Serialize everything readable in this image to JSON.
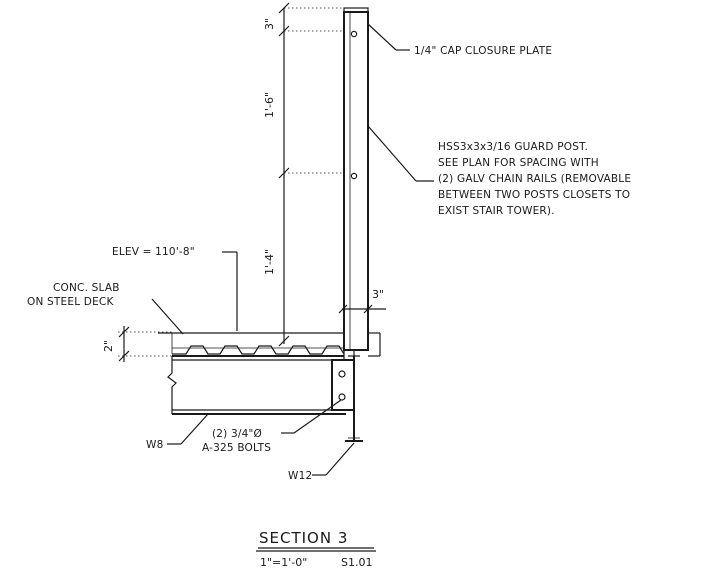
{
  "labels": {
    "cap_plate": "1/4\" CAP CLOSURE PLATE",
    "guard_post": [
      "HSS3x3x3/16 GUARD POST.",
      "SEE PLAN FOR SPACING WITH",
      "(2) GALV CHAIN RAILS (REMOVABLE",
      "BETWEEN TWO POSTS CLOSETS TO",
      "EXIST STAIR TOWER)."
    ],
    "elevation": "ELEV = 110'-8\"",
    "slab": [
      "CONC. SLAB",
      "ON STEEL DECK"
    ],
    "bolts": [
      "(2) 3/4\"Ø",
      "A-325 BOLTS"
    ],
    "beam_w8": "W8",
    "beam_w12": "W12"
  },
  "dimensions": {
    "top": "3\"",
    "upper": "1'-6\"",
    "lower": "1'-4\"",
    "post_width": "3\"",
    "slab_depth": "2\""
  },
  "title_block": {
    "title": "SECTION   3",
    "scale": "1\"=1'-0\"",
    "sheet": "S1.01"
  }
}
